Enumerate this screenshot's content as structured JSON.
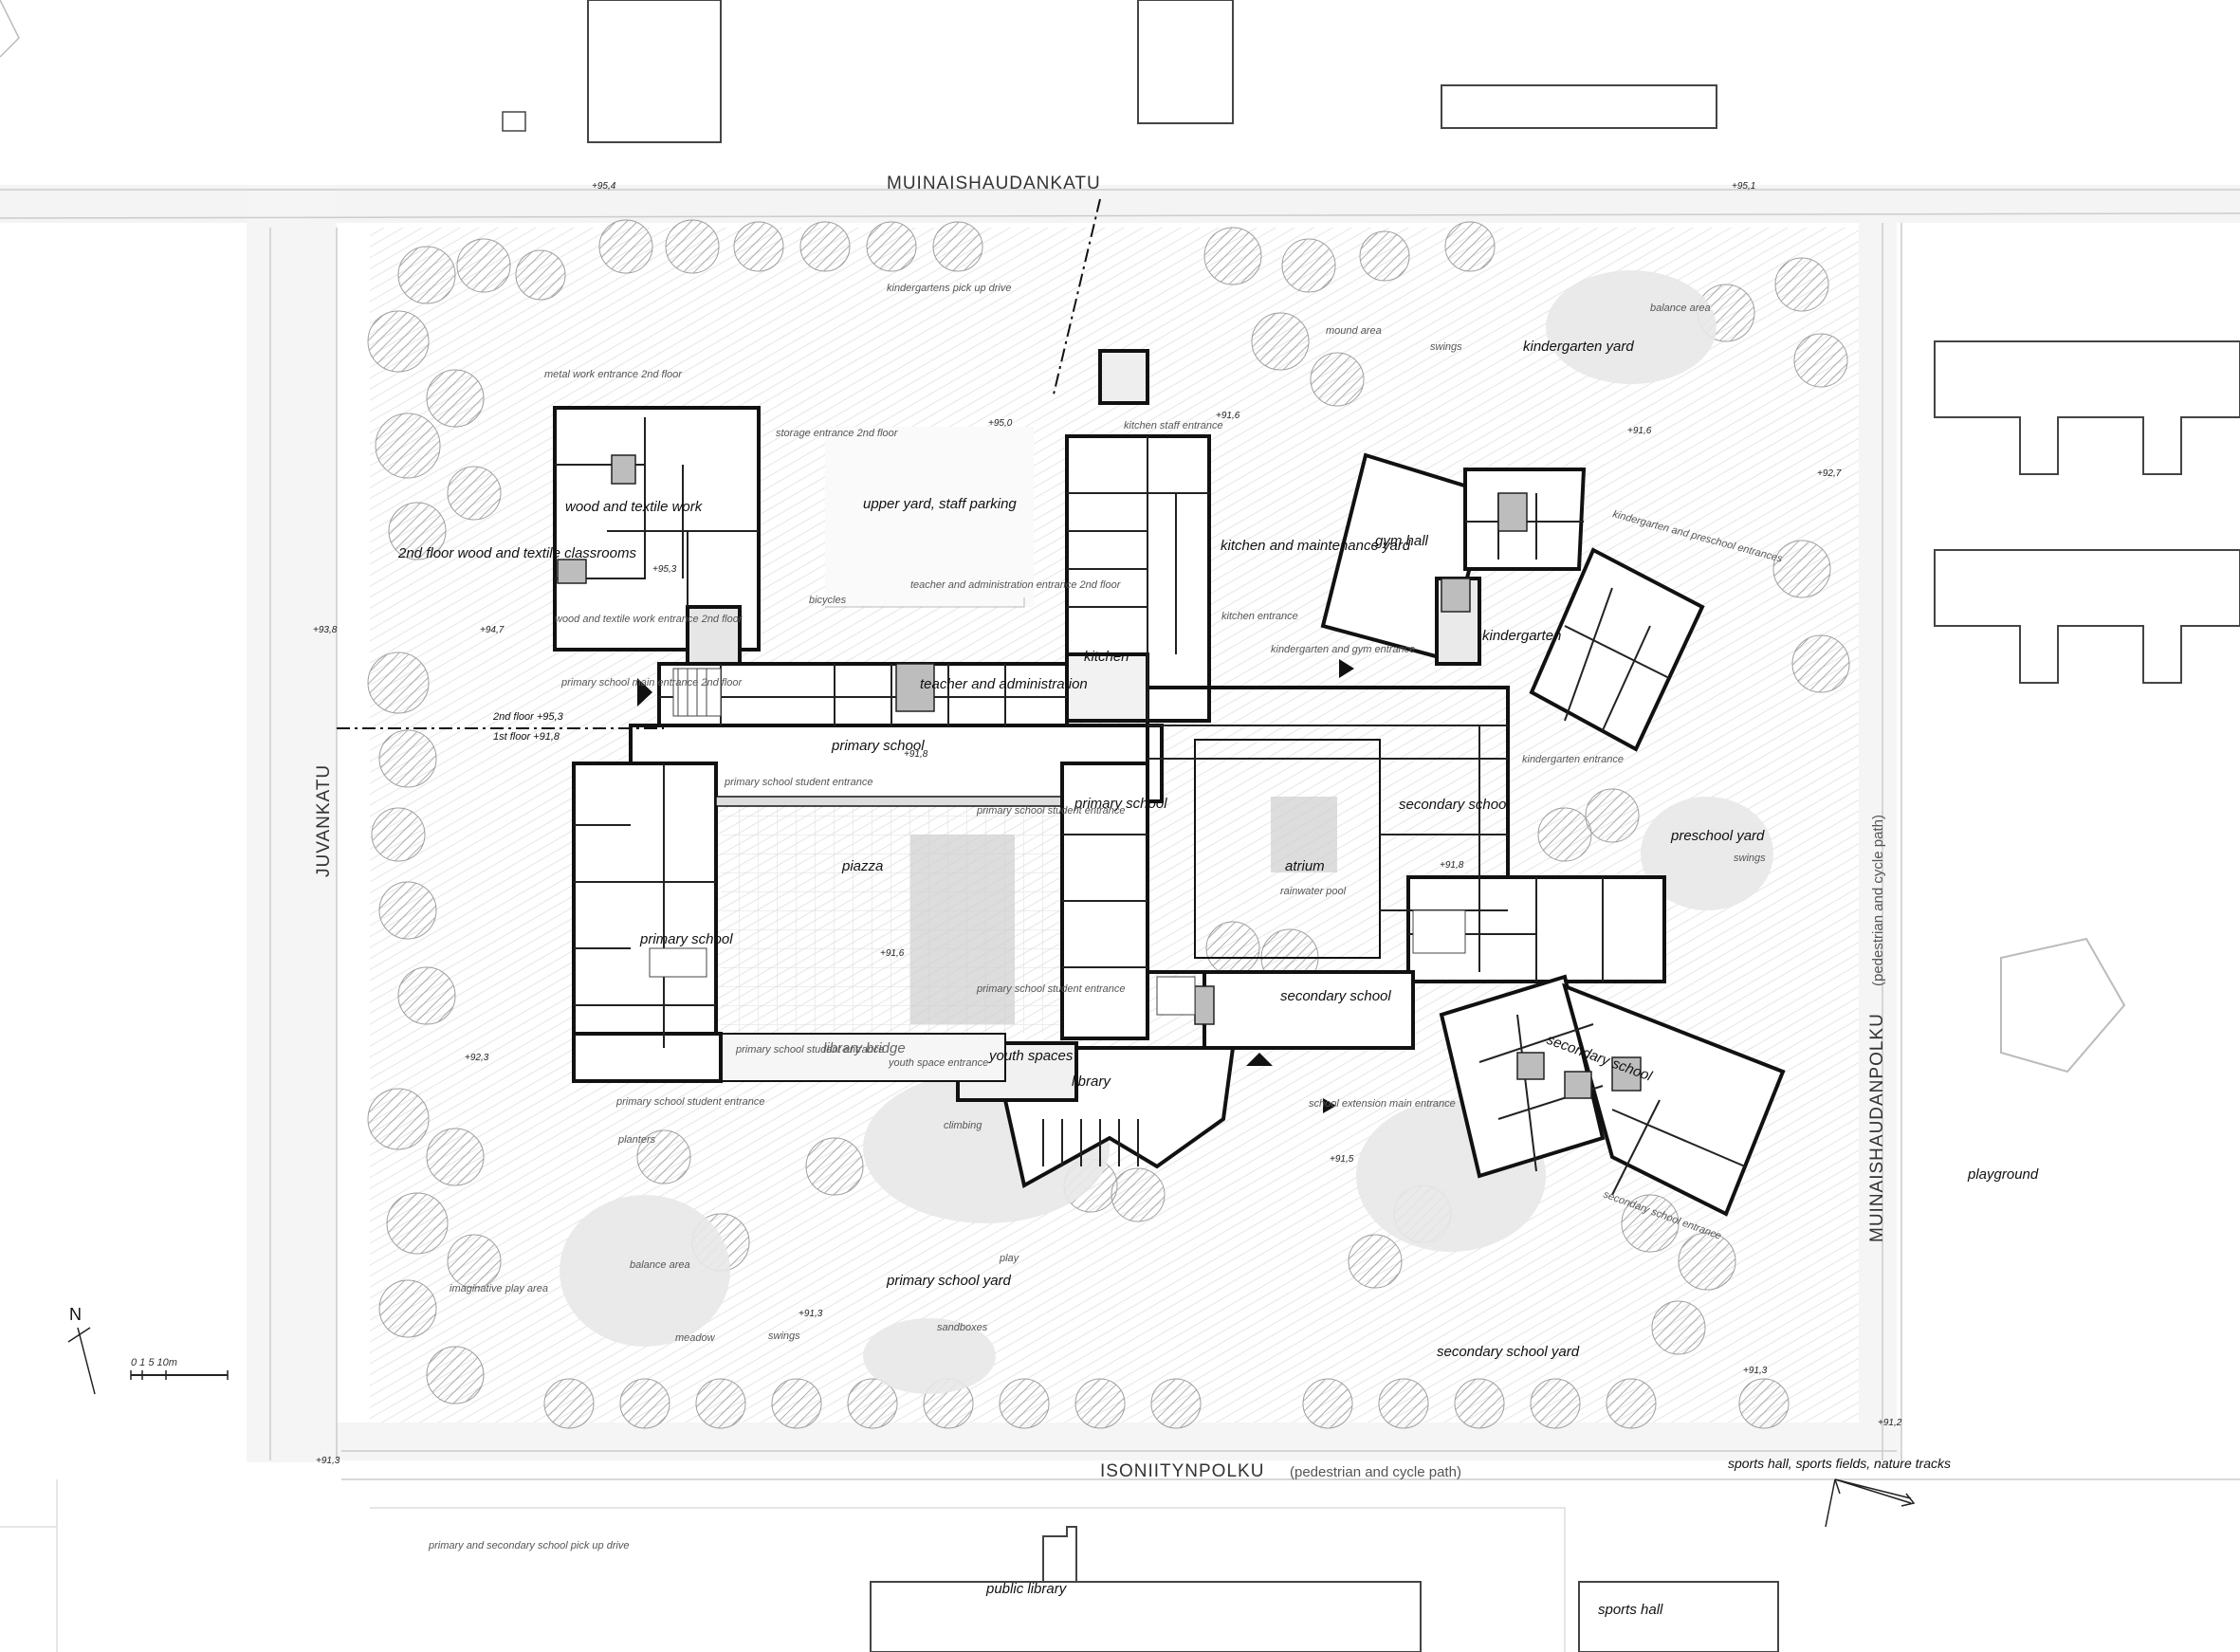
{
  "streets": {
    "north": "MUINAISHAUDANKATU",
    "west": "JUVANKATU",
    "east": "MUINAISHAUDANPOLKU",
    "east_note": "(pedestrian and cycle path)",
    "south": "ISONIITYNPOLKU",
    "south_note": "(pedestrian and cycle path)"
  },
  "rooms": {
    "wood_textile": "wood and textile work",
    "wood_textile_2nd": "2nd floor wood and textile classrooms",
    "upper_yard": "upper yard, staff parking",
    "kitchen": "kitchen",
    "kitchen_yard": "kitchen and maintenance yard",
    "gym": "gym hall",
    "kindergarten": "kindergarten",
    "kindergarten_yard": "kindergarten yard",
    "teacher_admin": "teacher and administration",
    "primary_north": "primary school",
    "primary_center": "primary school",
    "primary_west": "primary school",
    "piazza": "piazza",
    "atrium": "atrium",
    "secondary_north": "secondary school",
    "secondary_mid": "secondary school",
    "secondary_east": "secondary school",
    "preschool_yard": "preschool yard",
    "library_bridge": "library bridge",
    "youth": "youth spaces",
    "library": "library",
    "primary_yard": "primary school yard",
    "secondary_yard": "secondary school yard",
    "playground": "playground",
    "sports_arrow": "sports hall, sports fields, nature tracks",
    "public_library": "public library",
    "sports_hall": "sports hall"
  },
  "notes": {
    "kindergarten_pickup": "kindergartens pick up drive",
    "metal_work": "metal work entrance 2nd floor",
    "storage": "storage entrance 2nd floor",
    "kitchen_staff": "kitchen staff entrance",
    "kitchen_entrance": "kitchen entrance",
    "teacher_entrance": "teacher and administration entrance 2nd floor",
    "bicycles": "bicycles",
    "wood_textile_entrance": "wood and textile work entrance 2nd floor",
    "primary_main": "primary school main entrance 2nd floor",
    "floor_2": "2nd floor +95,3",
    "floor_1": "1st floor +91,8",
    "kg_gym_entrance": "kindergarten and gym entrance",
    "kg_entrance": "kindergarten entrance",
    "kg_preschool_entrances": "kindergarten and preschool entrances",
    "student_entrance": "primary school student entrance",
    "youth_entrance": "youth space entrance",
    "school_ext_main": "school extension main entrance",
    "secondary_entrance": "secondary school entrance",
    "planters": "planters",
    "climbing": "climbing",
    "play": "play",
    "sandboxes": "sandboxes",
    "balance_area": "balance area",
    "meadow": "meadow",
    "swings": "swings",
    "imaginative_play": "imaginative play area",
    "mound_area": "mound area",
    "rainwater_pool": "rainwater pool",
    "pickup_south": "primary and secondary school pick up drive",
    "scale_labels": "0 1   5    10m",
    "north_arrow": "N"
  },
  "elevations": {
    "e1": "+95,4",
    "e2": "+95,1",
    "e3": "+95,0",
    "e4": "+91,6",
    "e5": "+92,7",
    "e6": "+93,8",
    "e7": "+94,7",
    "e8": "+95,3",
    "e9": "+91,8",
    "e10": "+91,8",
    "e11": "+91,6",
    "e12": "+92,3",
    "e13": "+91,5",
    "e14": "+91,6",
    "e15": "+91,3",
    "e16": "+91,3",
    "e17": "+91,2",
    "e18": "+91,3"
  }
}
